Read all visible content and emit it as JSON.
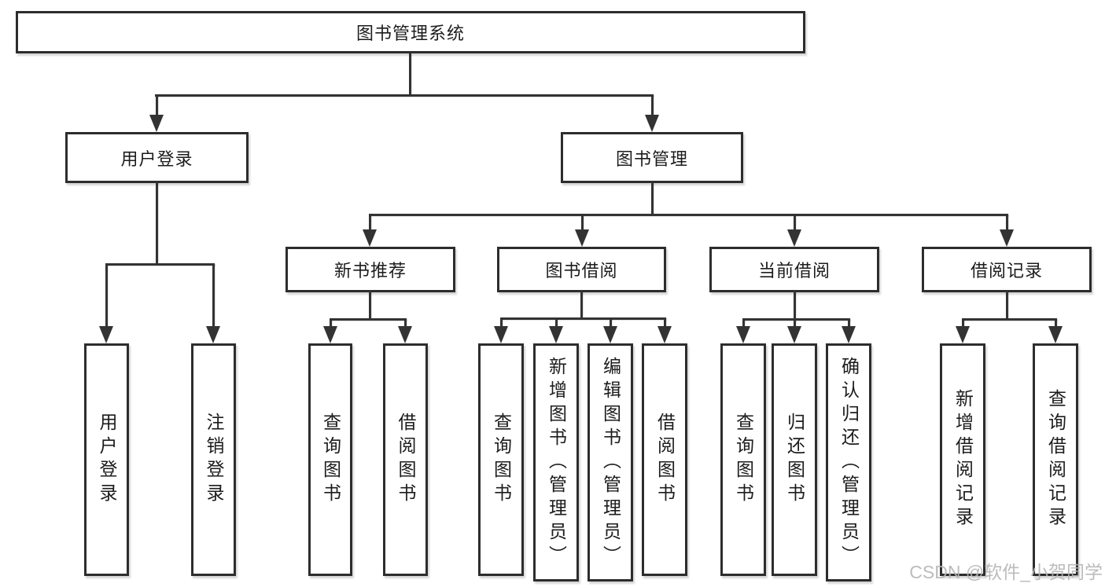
{
  "tree": {
    "root": {
      "label": "图书管理系统",
      "children": [
        {
          "label": "用户登录",
          "children": [
            {
              "label": "用户登录"
            },
            {
              "label": "注销登录"
            }
          ]
        },
        {
          "label": "图书管理",
          "children": [
            {
              "label": "新书推荐",
              "children": [
                {
                  "label": "查询图书"
                },
                {
                  "label": "借阅图书"
                }
              ]
            },
            {
              "label": "图书借阅",
              "children": [
                {
                  "label": "查询图书"
                },
                {
                  "label": "新增图书（管理员）"
                },
                {
                  "label": "编辑图书（管理员）"
                },
                {
                  "label": "借阅图书"
                }
              ]
            },
            {
              "label": "当前借阅",
              "children": [
                {
                  "label": "查询图书"
                },
                {
                  "label": "归还图书"
                },
                {
                  "label": "确认归还（管理员）"
                }
              ]
            },
            {
              "label": "借阅记录",
              "children": [
                {
                  "label": "新增借阅记录"
                },
                {
                  "label": "查询借阅记录"
                }
              ]
            }
          ]
        }
      ]
    }
  },
  "watermark": {
    "text": "CSDN @软件_小贺同学"
  },
  "colors": {
    "line": "#333333",
    "box_border": "#2d2d2d",
    "box_fill": "#ffffff",
    "text": "#1c1c1c",
    "watermark": "#b5b5b5",
    "background": "#ffffff"
  }
}
